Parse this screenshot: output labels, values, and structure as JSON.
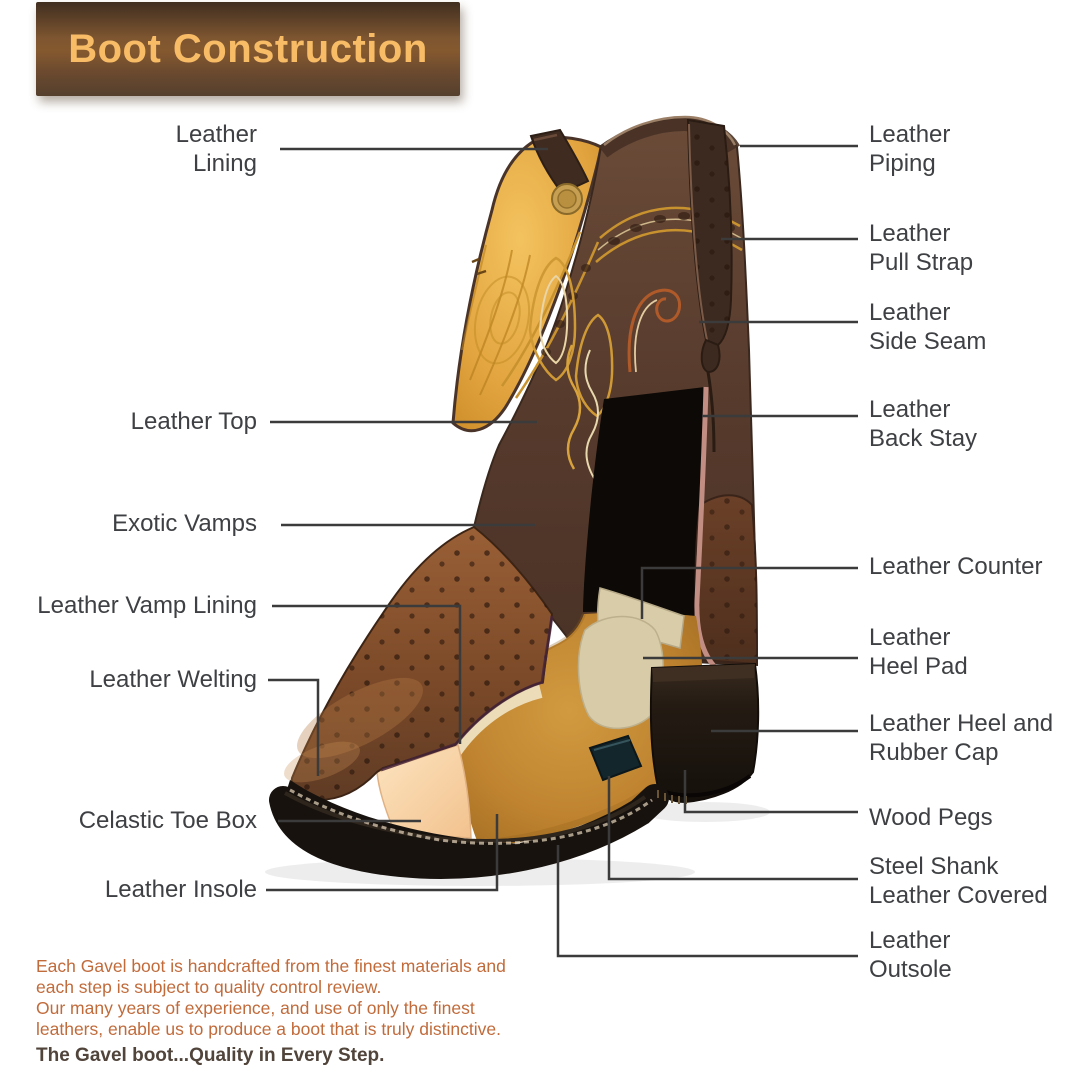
{
  "title": {
    "text": "Boot Construction"
  },
  "labels": {
    "left": [
      {
        "id": "leather-lining",
        "text": "Leather\nLining"
      },
      {
        "id": "leather-top",
        "text": "Leather Top"
      },
      {
        "id": "exotic-vamps",
        "text": "Exotic Vamps"
      },
      {
        "id": "leather-vamp-lining",
        "text": "Leather Vamp Lining"
      },
      {
        "id": "leather-welting",
        "text": "Leather Welting"
      },
      {
        "id": "celastic-toe-box",
        "text": "Celastic Toe Box"
      },
      {
        "id": "leather-insole",
        "text": "Leather Insole"
      }
    ],
    "right": [
      {
        "id": "leather-piping",
        "text": "Leather\nPiping"
      },
      {
        "id": "leather-pull-strap",
        "text": "Leather\nPull Strap"
      },
      {
        "id": "leather-side-seam",
        "text": "Leather\nSide Seam"
      },
      {
        "id": "leather-back-stay",
        "text": "Leather\nBack Stay"
      },
      {
        "id": "leather-counter",
        "text": "Leather Counter"
      },
      {
        "id": "leather-heel-pad",
        "text": "Leather\nHeel Pad"
      },
      {
        "id": "leather-heel-rubber-cap",
        "text": "Leather Heel and\nRubber Cap"
      },
      {
        "id": "wood-pegs",
        "text": "Wood Pegs"
      },
      {
        "id": "steel-shank",
        "text": "Steel Shank\nLeather Covered"
      },
      {
        "id": "leather-outsole",
        "text": "Leather\nOutsole"
      }
    ]
  },
  "footer": {
    "paragraph_lines": [
      "Each Gavel boot is handcrafted from the finest materials and",
      "each step is subject to quality control review.",
      "Our many years of experience, and use of only the finest",
      "leathers, enable us to produce a boot that is truly distinctive."
    ],
    "tagline": "The Gavel boot...Quality in Every Step."
  },
  "colors": {
    "banner_dark": "#40quality2E20",
    "banner_mid": "#85592F",
    "title_text": "#F8BC67",
    "label_text": "#3E4043",
    "leader_line": "#3B3B3B",
    "paragraph_orange": "#C16B3B",
    "tagline_brown": "#50443B",
    "boot_shaft_brown": "#573B2D",
    "boot_vamp_brown": "#81492B",
    "lining_gold": "#E2A43F",
    "suede_ochre": "#C4862C",
    "toe_box_peach": "#F7D3A4",
    "counter_beige": "#D8CBA8",
    "sole_black": "#17120E",
    "cut_edge_pink": "#C28E83",
    "steel_shank_teal": "#16292E"
  }
}
